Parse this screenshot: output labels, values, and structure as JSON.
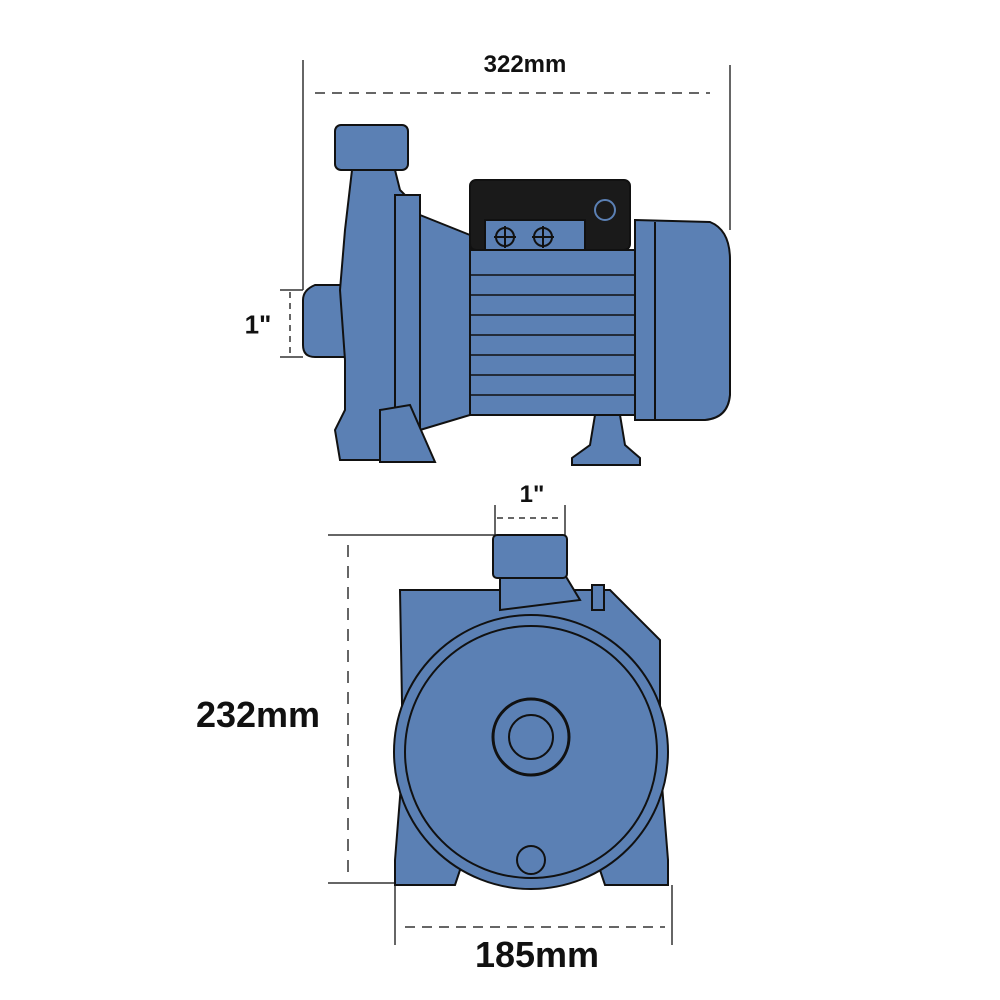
{
  "dimensions": {
    "length": "322mm",
    "inlet_size": "1\"",
    "outlet_size": "1\"",
    "height": "232mm",
    "width": "185mm"
  },
  "colors": {
    "body": "#5b80b4",
    "outline": "#111111",
    "terminal_box": "#1a1a1a"
  }
}
